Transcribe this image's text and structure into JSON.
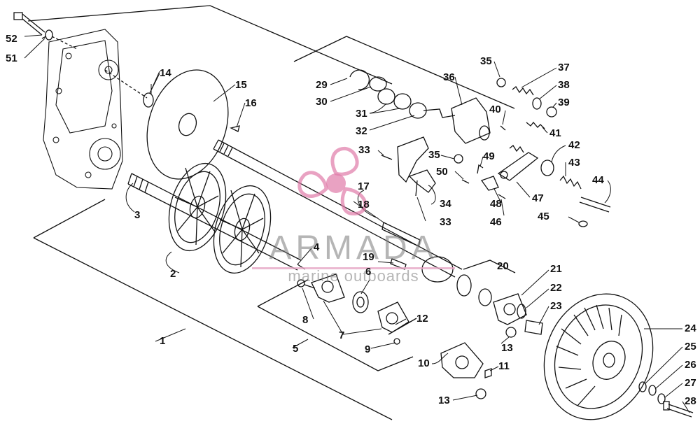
{
  "watermark": {
    "name": "ARMADA",
    "tagline": "marine outboards",
    "accent": "#e07aa8"
  },
  "callouts": [
    {
      "id": "1",
      "label": "1"
    },
    {
      "id": "2",
      "label": "2"
    },
    {
      "id": "3",
      "label": "3"
    },
    {
      "id": "4",
      "label": "4"
    },
    {
      "id": "5",
      "label": "5"
    },
    {
      "id": "6",
      "label": "6"
    },
    {
      "id": "7",
      "label": "7"
    },
    {
      "id": "8",
      "label": "8"
    },
    {
      "id": "9",
      "label": "9"
    },
    {
      "id": "10",
      "label": "10"
    },
    {
      "id": "11",
      "label": "11"
    },
    {
      "id": "12",
      "label": "12"
    },
    {
      "id": "13a",
      "label": "13"
    },
    {
      "id": "13b",
      "label": "13"
    },
    {
      "id": "14",
      "label": "14"
    },
    {
      "id": "15",
      "label": "15"
    },
    {
      "id": "16",
      "label": "16"
    },
    {
      "id": "17",
      "label": "17"
    },
    {
      "id": "18",
      "label": "18"
    },
    {
      "id": "19",
      "label": "19"
    },
    {
      "id": "20",
      "label": "20"
    },
    {
      "id": "21",
      "label": "21"
    },
    {
      "id": "22",
      "label": "22"
    },
    {
      "id": "23",
      "label": "23"
    },
    {
      "id": "24",
      "label": "24"
    },
    {
      "id": "25",
      "label": "25"
    },
    {
      "id": "26",
      "label": "26"
    },
    {
      "id": "27",
      "label": "27"
    },
    {
      "id": "28",
      "label": "28"
    },
    {
      "id": "29",
      "label": "29"
    },
    {
      "id": "30",
      "label": "30"
    },
    {
      "id": "31",
      "label": "31"
    },
    {
      "id": "32",
      "label": "32"
    },
    {
      "id": "33a",
      "label": "33"
    },
    {
      "id": "33b",
      "label": "33"
    },
    {
      "id": "34",
      "label": "34"
    },
    {
      "id": "35a",
      "label": "35"
    },
    {
      "id": "35b",
      "label": "35"
    },
    {
      "id": "36",
      "label": "36"
    },
    {
      "id": "37",
      "label": "37"
    },
    {
      "id": "38",
      "label": "38"
    },
    {
      "id": "39",
      "label": "39"
    },
    {
      "id": "40",
      "label": "40"
    },
    {
      "id": "41",
      "label": "41"
    },
    {
      "id": "42",
      "label": "42"
    },
    {
      "id": "43",
      "label": "43"
    },
    {
      "id": "44",
      "label": "44"
    },
    {
      "id": "45",
      "label": "45"
    },
    {
      "id": "46",
      "label": "46"
    },
    {
      "id": "47",
      "label": "47"
    },
    {
      "id": "48",
      "label": "48"
    },
    {
      "id": "49",
      "label": "49"
    },
    {
      "id": "50",
      "label": "50"
    },
    {
      "id": "51",
      "label": "51"
    },
    {
      "id": "52",
      "label": "52"
    }
  ]
}
